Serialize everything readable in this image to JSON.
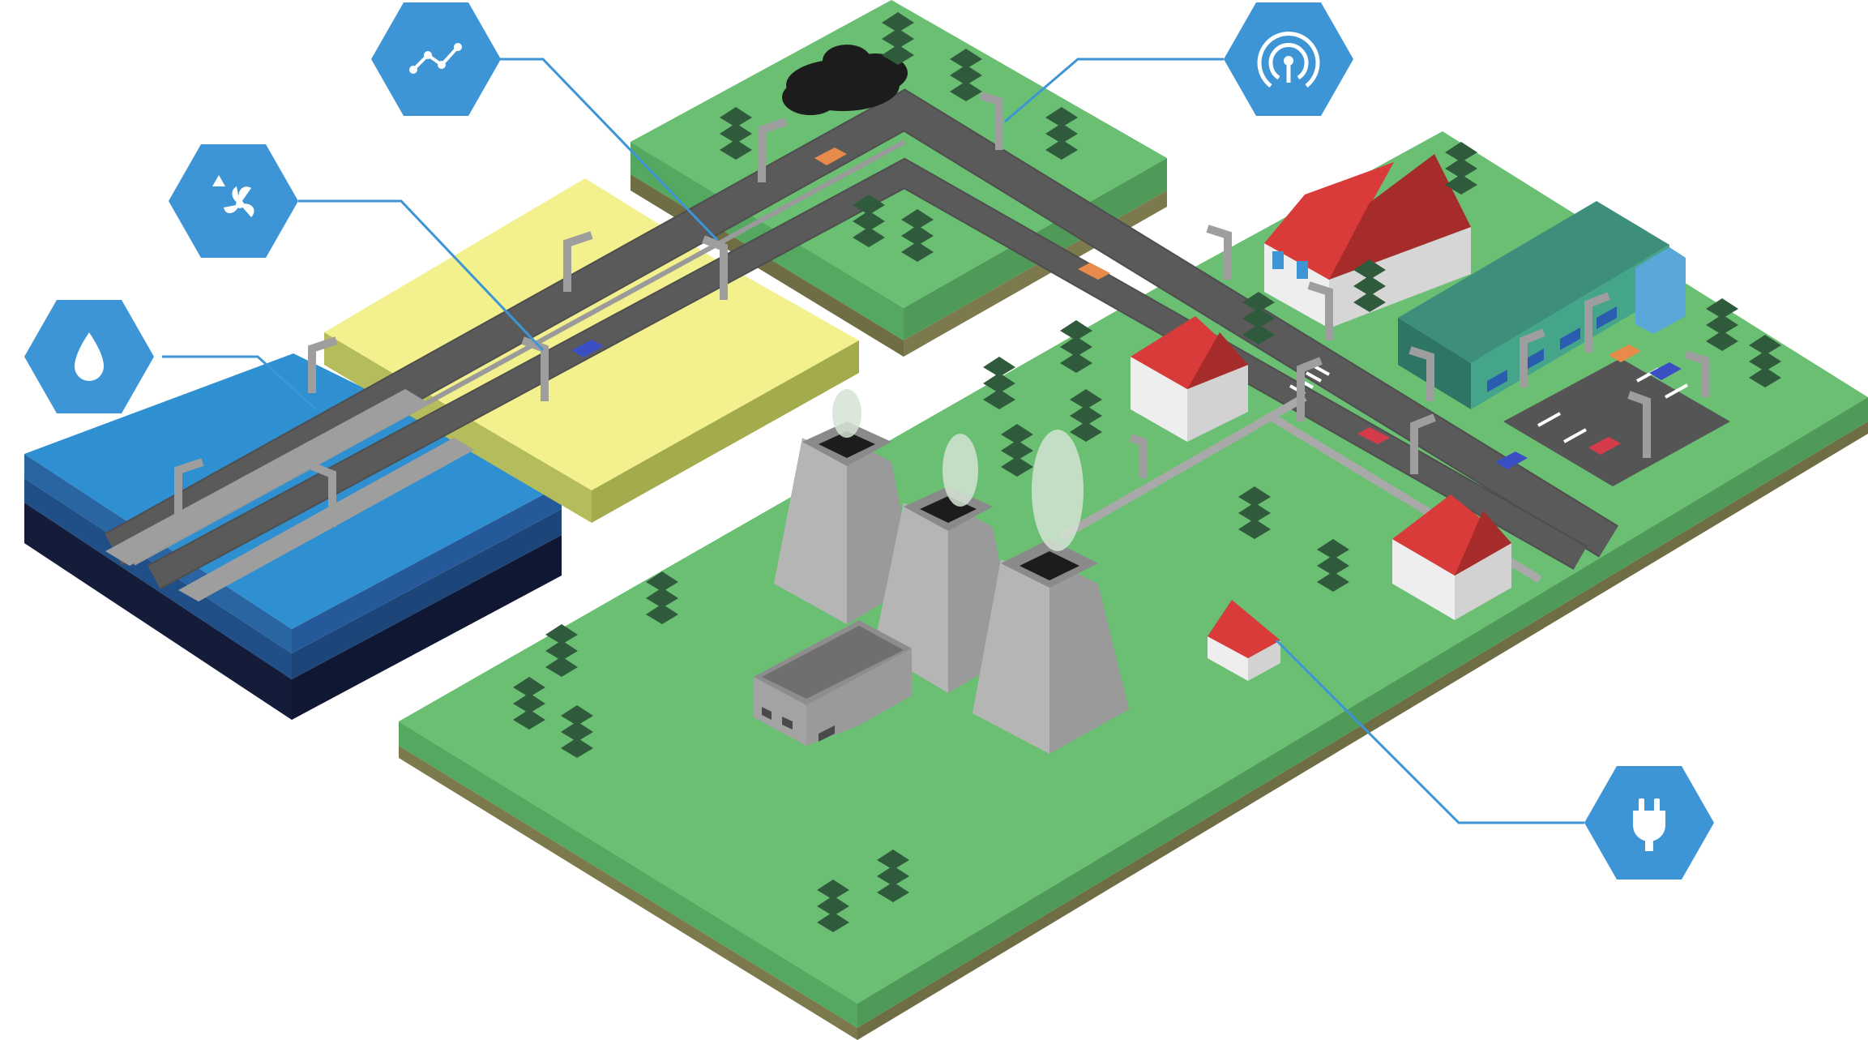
{
  "diagram": {
    "colors": {
      "hex_badge": "#3d95d6",
      "connector_line": "#3d95d6",
      "grass_top": "#6bbf73",
      "grass_side_left": "#55a85f",
      "grass_side_right": "#4f9a58",
      "soil_side": "#7c7a4c",
      "road": "#5a5a5a",
      "field_yellow": "#f3f18d",
      "field_side": "#b5bc5b",
      "water_top": "#2f90d1",
      "water_side": "#1f4f86",
      "water_bottom": "#151c3a",
      "roof_red": "#d93a3a",
      "wall_white": "#eeeeee",
      "tower_gray": "#b5b5b5",
      "factory_teal": "#3d8f7c",
      "tree_dark": "#2f5b3c",
      "pollution_black": "#1c1c1c"
    },
    "sensor_badges": [
      {
        "id": "water",
        "icon": "water-drop-icon"
      },
      {
        "id": "air",
        "icon": "wind-warning-icon"
      },
      {
        "id": "traffic",
        "icon": "traffic-graph-icon"
      },
      {
        "id": "network",
        "icon": "wireless-signal-icon"
      },
      {
        "id": "power",
        "icon": "power-plug-icon"
      }
    ]
  }
}
